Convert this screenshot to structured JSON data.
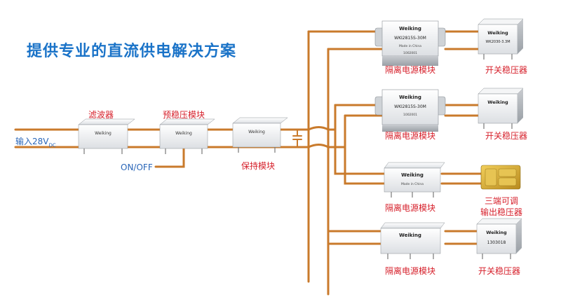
{
  "title": "提供专业的直流供电解决方案",
  "input_label": {
    "text": "输入28V",
    "sub": "DC"
  },
  "onoff_label": "ON/OFF",
  "stages": {
    "filter": "滤波器",
    "preregulator": "预稳压模块",
    "holdup": "保持模块"
  },
  "outputs": [
    {
      "isolated": "隔离电源模块",
      "regulator": "开关稳压器"
    },
    {
      "isolated": "隔离电源模块",
      "regulator": "开关稳压器"
    },
    {
      "isolated": "隔离电源模块",
      "regulator_line1": "三端可调",
      "regulator_line2": "输出稳压器"
    },
    {
      "isolated": "隔离电源模块",
      "regulator": "开关稳压器"
    }
  ],
  "module_text": {
    "brand": "Weiking",
    "iso1_model": "WKI2815S-30M",
    "iso2_model": "WKI2815S-30M",
    "sw1_model": "WK2030-3.3M",
    "code": "1002001",
    "made": "Made in China",
    "sw4_code": "1303018"
  },
  "colors": {
    "wire": "#c97a2b",
    "title": "#1a73c8",
    "label": "#d6202b",
    "input": "#2a66b8",
    "pcb": "#d9b23a"
  }
}
